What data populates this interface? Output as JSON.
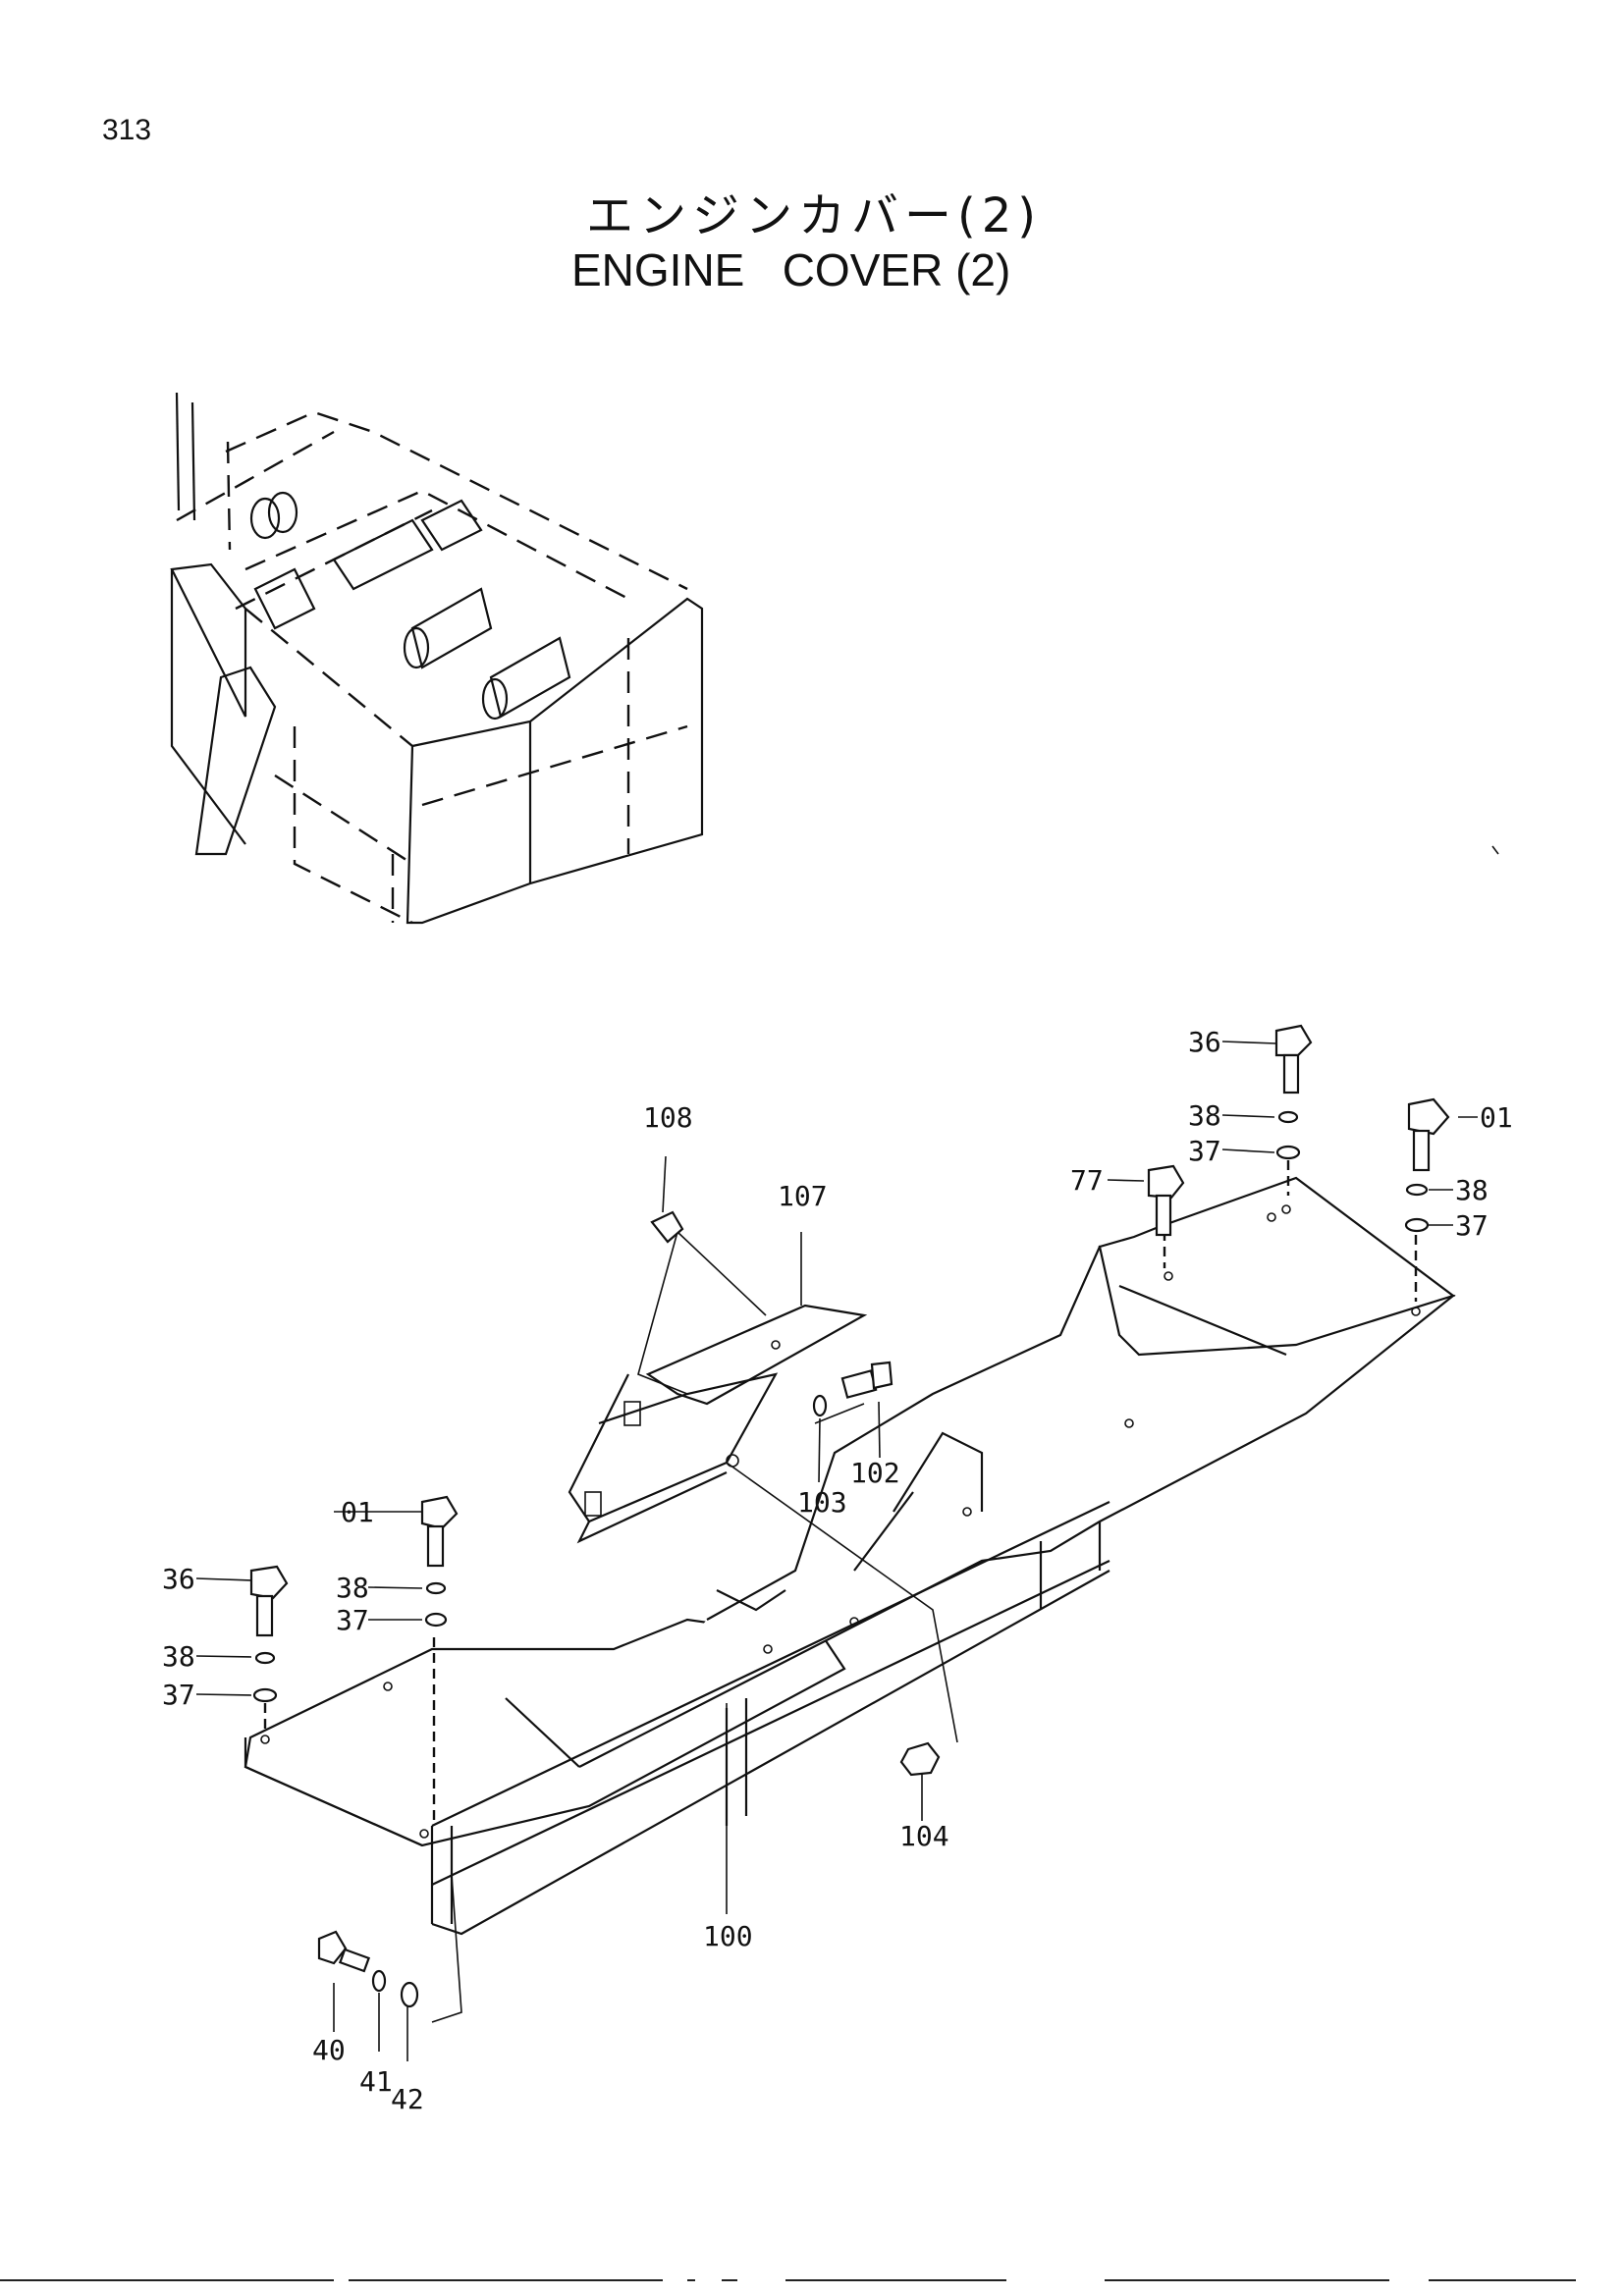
{
  "page_number": "313",
  "title_japanese": "エンジンカバー(2)",
  "title_english": "ENGINE   COVER (2)",
  "callouts": {
    "c36a": "36",
    "c38a": "38",
    "c37a": "37",
    "c01a": "01",
    "c38b": "38",
    "c37b": "37",
    "c77": "77",
    "c108": "108",
    "c107": "107",
    "c102": "102",
    "c103": "103",
    "c01b": "01",
    "c36b": "36",
    "c38c": "38",
    "c37c": "37",
    "c38d": "38",
    "c37d": "37",
    "c104": "104",
    "c100": "100",
    "c40": "40",
    "c41": "41",
    "c42": "42"
  }
}
